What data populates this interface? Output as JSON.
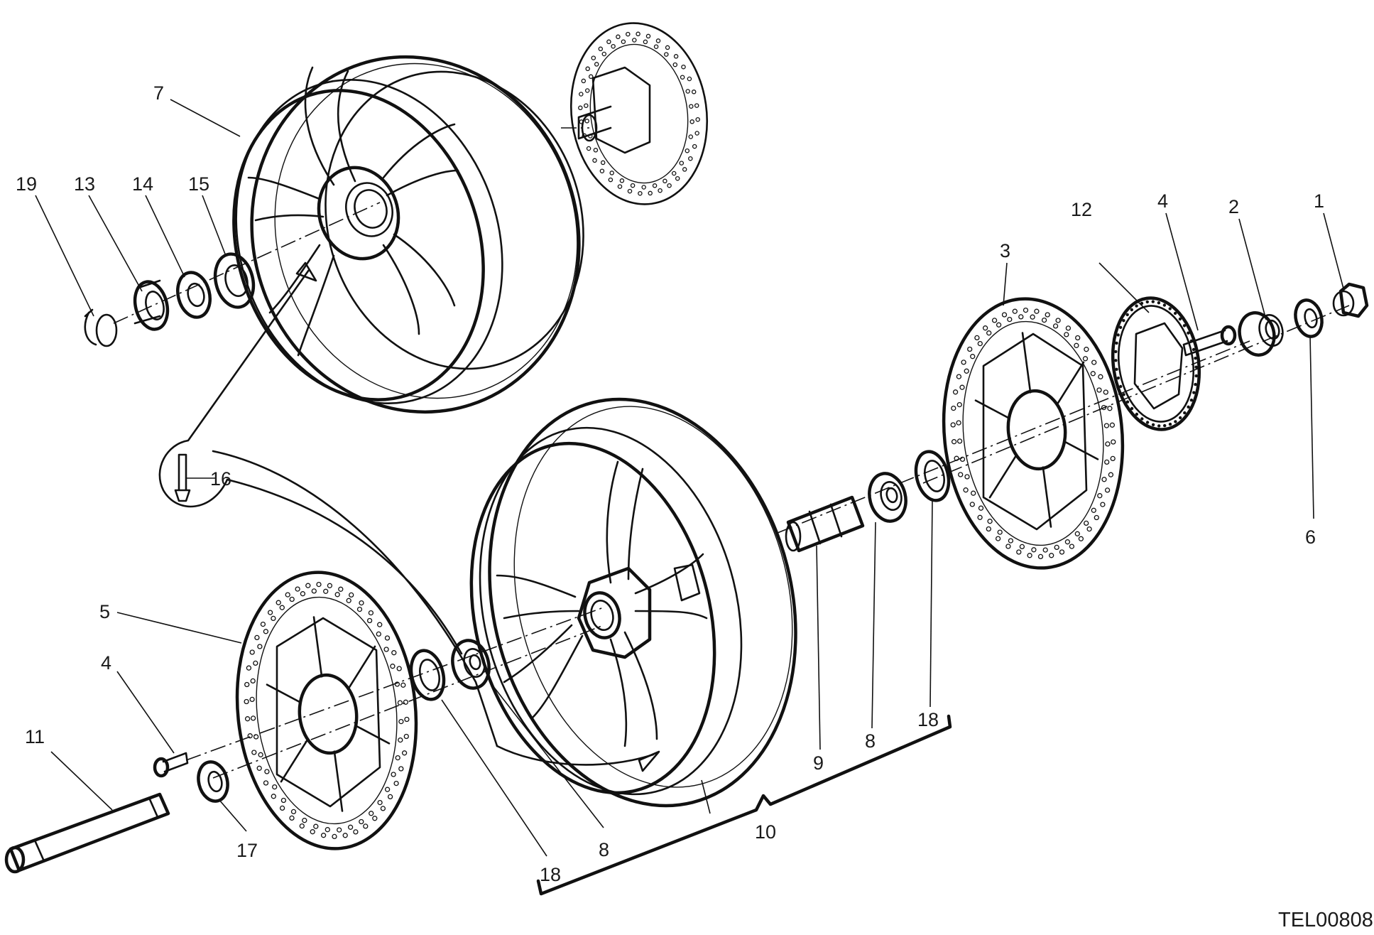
{
  "diagram": {
    "drawing_code": "TEL00808",
    "callouts": {
      "c1": "1",
      "c2": "2",
      "c3": "3",
      "c4a": "4",
      "c4b": "4",
      "c5": "5",
      "c6": "6",
      "c7": "7",
      "c8a": "8",
      "c8b": "8",
      "c9": "9",
      "c10": "10",
      "c11": "11",
      "c12": "12",
      "c13": "13",
      "c14": "14",
      "c15": "15",
      "c16": "16",
      "c17": "17",
      "c18a": "18",
      "c18b": "18",
      "c19": "19"
    }
  }
}
